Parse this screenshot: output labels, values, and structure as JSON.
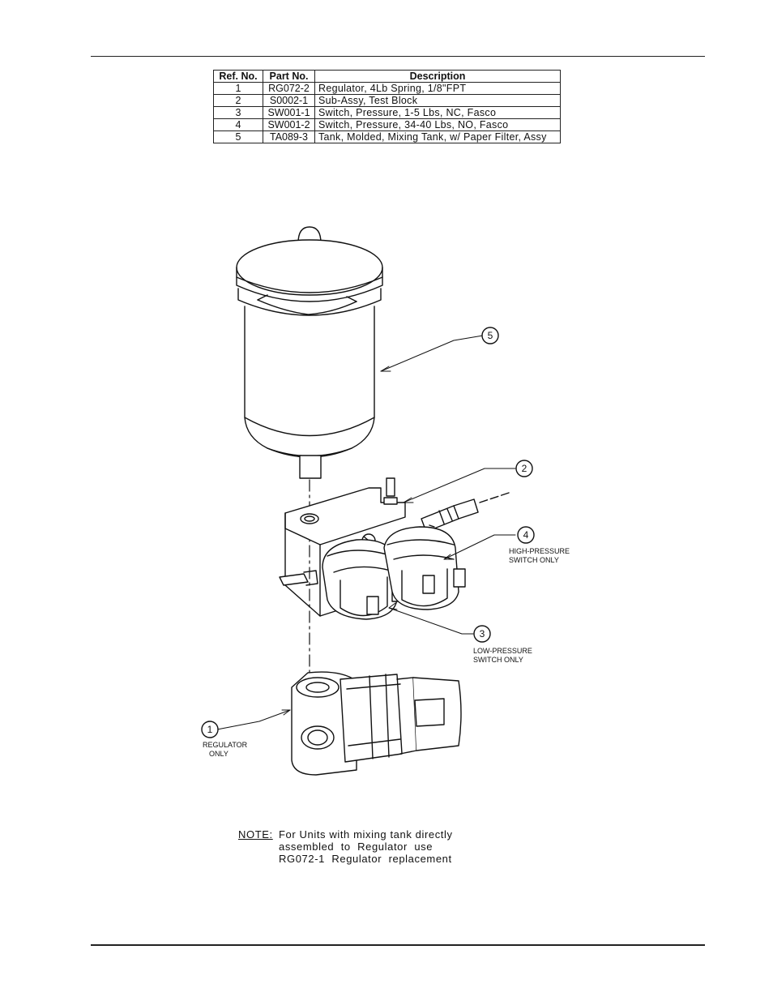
{
  "table": {
    "headers": [
      "Ref. No.",
      "Part No.",
      "Description"
    ],
    "rows": [
      {
        "ref": "1",
        "part": "RG072-2",
        "desc": "Regulator, 4Lb Spring, 1/8\"FPT"
      },
      {
        "ref": "2",
        "part": "S0002-1",
        "desc": "Sub-Assy, Test Block"
      },
      {
        "ref": "3",
        "part": "SW001-1",
        "desc": "Switch, Pressure, 1-5 Lbs, NC, Fasco"
      },
      {
        "ref": "4",
        "part": "SW001-2",
        "desc": "Switch, Pressure, 34-40 Lbs, NO, Fasco"
      },
      {
        "ref": "5",
        "part": "TA089-3",
        "desc": "Tank, Molded, Mixing Tank, w/ Paper Filter, Assy"
      }
    ]
  },
  "callouts": {
    "c1": "1",
    "c2": "2",
    "c3": "3",
    "c4": "4",
    "c5": "5"
  },
  "labels": {
    "high_pressure_1": "HIGH-PRESSURE",
    "high_pressure_2": "SWITCH  ONLY",
    "low_pressure_1": "LOW-PRESSURE",
    "low_pressure_2": "SWITCH  ONLY",
    "regulator_1": "REGULATOR",
    "regulator_2": "ONLY"
  },
  "note": {
    "heading": "NOTE:",
    "line1": "For Units with mixing tank directly",
    "line2": "assembled  to  Regulator  use",
    "line3": "RG072-1  Regulator  replacement"
  }
}
